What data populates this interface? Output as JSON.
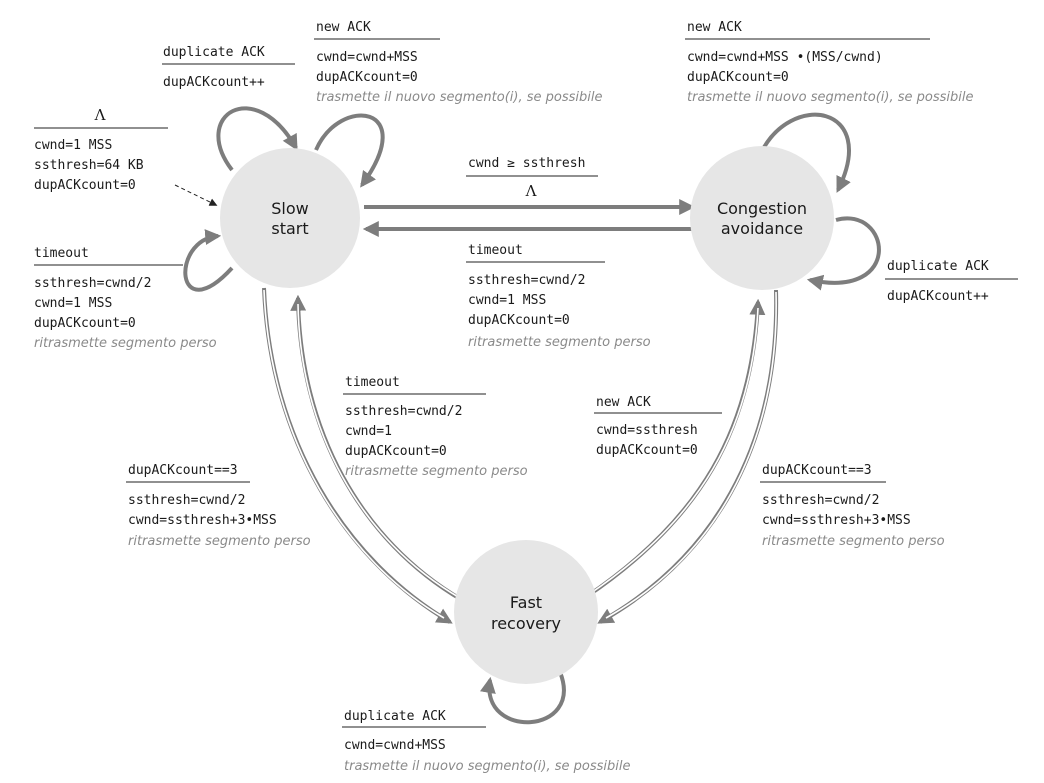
{
  "states": {
    "slow_start": {
      "line1": "Slow",
      "line2": "start"
    },
    "congestion_avoidance": {
      "line1": "Congestion",
      "line2": "avoidance"
    },
    "fast_recovery": {
      "line1": "Fast",
      "line2": "recovery"
    }
  },
  "initial": {
    "event": "Λ",
    "actions": [
      "cwnd=1 MSS",
      "ssthresh=64 KB",
      "dupACKcount=0"
    ]
  },
  "ss_dup_ack": {
    "event": "duplicate ACK",
    "actions": [
      "dupACKcount++"
    ]
  },
  "ss_new_ack": {
    "event": "new ACK",
    "actions": [
      "cwnd=cwnd+MSS",
      "dupACKcount=0"
    ],
    "note": "trasmette il nuovo segmento(i), se possibile"
  },
  "ss_timeout": {
    "event": "timeout",
    "actions": [
      "ssthresh=cwnd/2",
      "cwnd=1 MSS",
      "dupACKcount=0"
    ],
    "note": "ritrasmette segmento perso"
  },
  "ss_to_ca": {
    "event": "cwnd ≥ ssthresh",
    "action": "Λ"
  },
  "ca_to_ss": {
    "event": "timeout",
    "actions": [
      "ssthresh=cwnd/2",
      "cwnd=1 MSS",
      "dupACKcount=0"
    ],
    "note": "ritrasmette segmento perso"
  },
  "ca_new_ack": {
    "event": "new ACK",
    "actions": [
      "cwnd=cwnd+MSS •(MSS/cwnd)",
      "dupACKcount=0"
    ],
    "note": "trasmette il nuovo segmento(i), se possibile"
  },
  "ca_dup_ack": {
    "event": "duplicate ACK",
    "actions": [
      "dupACKcount++"
    ]
  },
  "fr_to_ss": {
    "event": "timeout",
    "actions": [
      "ssthresh=cwnd/2",
      "cwnd=1",
      "dupACKcount=0"
    ],
    "note": "ritrasmette segmento perso"
  },
  "fr_to_ca": {
    "event": "new ACK",
    "actions": [
      "cwnd=ssthresh",
      "dupACKcount=0"
    ]
  },
  "ss_to_fr": {
    "event": "dupACKcount==3",
    "actions": [
      "ssthresh=cwnd/2",
      "cwnd=ssthresh+3•MSS"
    ],
    "note": "ritrasmette segmento perso"
  },
  "ca_to_fr": {
    "event": "dupACKcount==3",
    "actions": [
      "ssthresh=cwnd/2",
      "cwnd=ssthresh+3•MSS"
    ],
    "note": "ritrasmette segmento perso"
  },
  "fr_dup_ack": {
    "event": "duplicate ACK",
    "actions": [
      "cwnd=cwnd+MSS"
    ],
    "note": "trasmette il nuovo segmento(i), se possibile"
  },
  "colors": {
    "state_fill": "#e6e6e6",
    "edge": "#7d7d7d",
    "note": "#8a8a8a",
    "text": "#1a1a1a"
  }
}
